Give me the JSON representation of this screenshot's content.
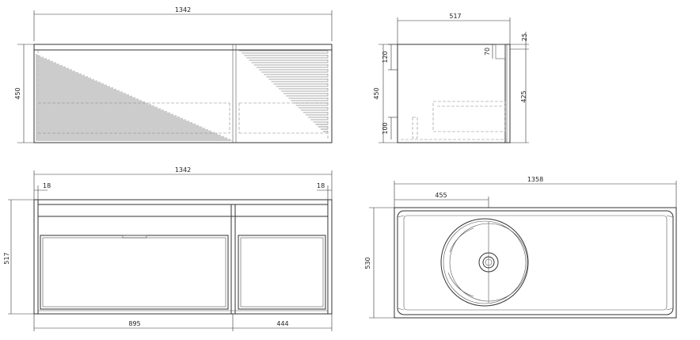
{
  "dimensions": {
    "front_width": "1342",
    "front_height": "450",
    "side_depth": "517",
    "side_height": "450",
    "side_top_offset": "25",
    "side_upper_section": "120",
    "side_cutout": "70",
    "side_lower_section": "100",
    "side_inner_height": "425",
    "plan_width": "1342",
    "plan_side_left": "18",
    "plan_side_right": "18",
    "plan_depth": "517",
    "plan_left_section": "895",
    "plan_right_section": "444",
    "top_width": "1358",
    "top_basin_offset": "455",
    "top_depth": "530"
  },
  "colors": {
    "line": "#333333",
    "hidden": "#888888",
    "background": "#ffffff"
  }
}
